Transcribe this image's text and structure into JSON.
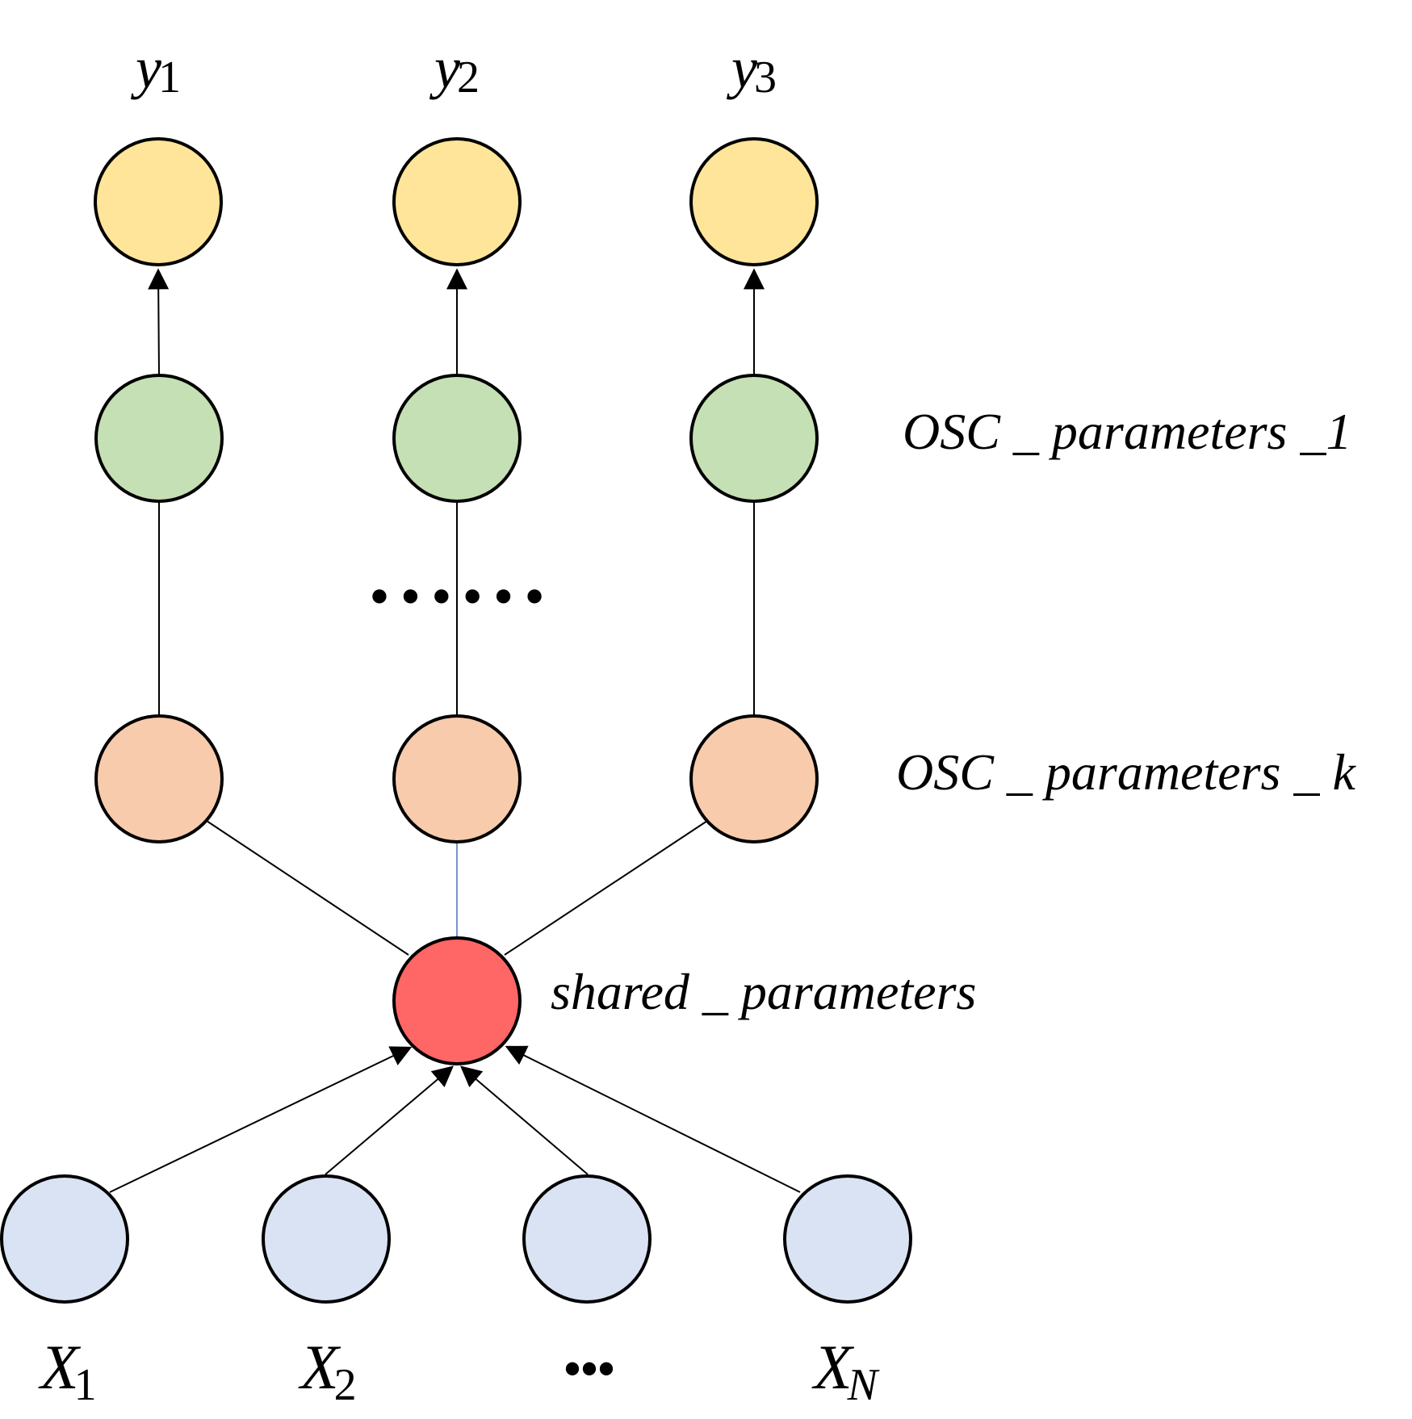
{
  "colors": {
    "output": "#FEE599",
    "osc1": "#C5E0B4",
    "osck": "#F8CBAD",
    "shared": "#FF6666",
    "input": "#DAE3F3"
  },
  "outputs": [
    {
      "base": "y",
      "sub": "1"
    },
    {
      "base": "y",
      "sub": "2"
    },
    {
      "base": "y",
      "sub": "3"
    }
  ],
  "inputs": [
    {
      "base": "X",
      "sub": "1"
    },
    {
      "base": "X",
      "sub": "2"
    },
    {
      "base": "",
      "sub": "",
      "ellipsis": "•••"
    },
    {
      "base": "X",
      "sub": "N"
    }
  ],
  "labels": {
    "osc_1": "OSC _ parameters _1",
    "osc_k": "OSC _ parameters _ k",
    "shared": "shared _ parameters"
  },
  "middle_ellipsis": "• • • • • •"
}
